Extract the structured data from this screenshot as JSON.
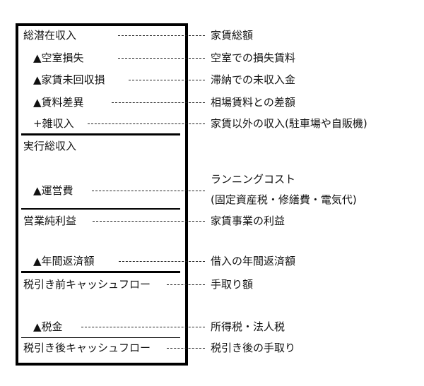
{
  "rows": [
    {
      "label": "総潜在収入",
      "desc": "家賃総額"
    },
    {
      "label": "▲空室損失",
      "desc": "空室での損失賃料"
    },
    {
      "label": "▲家賃未回収損",
      "desc": "滞納での未収入金"
    },
    {
      "label": "▲賃料差異",
      "desc": "相場賃料との差額"
    },
    {
      "label": "+雑収入",
      "desc": "家賃以外の収入(駐車場や自販機)"
    },
    {
      "label": "実行総収入"
    },
    {
      "label": "▲運営費",
      "desc": "ランニングコスト",
      "desc2": "(固定資産税・修繕費・電気代)"
    },
    {
      "label": "営業純利益",
      "desc": "家賃事業の利益"
    },
    {
      "label": "▲年間返済額",
      "desc": "借入の年間返済額"
    },
    {
      "label": "税引き前キャッシュフロー",
      "desc": "手取り額"
    },
    {
      "label": "▲税金",
      "desc": "所得税・法人税"
    },
    {
      "label": "税引き後キャッシュフロー",
      "desc": "税引き後の手取り"
    }
  ]
}
